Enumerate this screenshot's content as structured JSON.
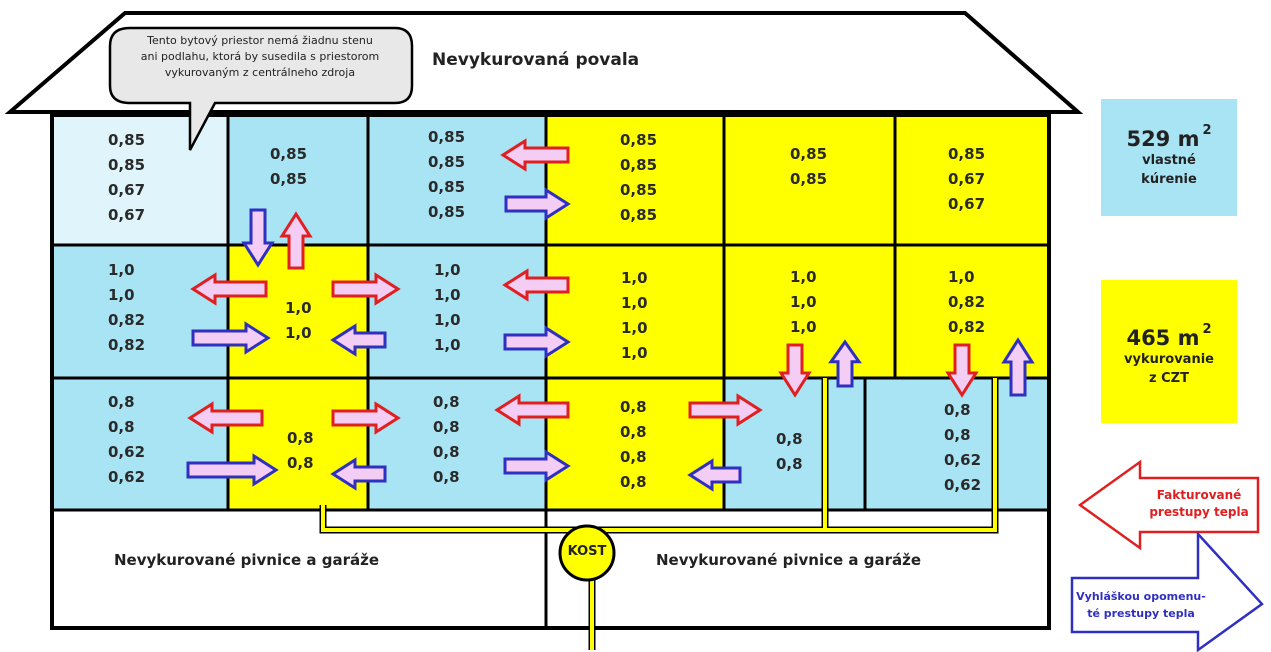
{
  "roof": {
    "label": "Nevykurovaná povala",
    "bubble_lines": [
      "Tento bytový priestor nemá žiadnu stenu",
      "ani podlahu, ktorá by susedila s priestorom",
      "vykurovaným z centrálneho zdroja"
    ]
  },
  "colors": {
    "own_heating": "#a9e4f4",
    "own_heating_light": "#dff5fb",
    "central_heating": "#ffff00",
    "billed_arrow": "#e02020",
    "omitted_arrow": "#3030c0",
    "arrow_fill": "#f4cdf4",
    "pipe": "#ffff00",
    "outline": "#000000"
  },
  "floors": {
    "top": [
      {
        "values": "0,85\n0,85\n0,67\n0,67",
        "heating": "own_light"
      },
      {
        "values": "0,85\n0,85",
        "heating": "own"
      },
      {
        "values": "0,85\n0,85\n0,85\n0,85",
        "heating": "own"
      },
      {
        "values": "0,85\n0,85\n0,85\n0,85",
        "heating": "central"
      },
      {
        "values": "0,85\n0,85",
        "heating": "central"
      },
      {
        "values": "0,85\n0,67\n0,67",
        "heating": "central"
      }
    ],
    "middle": [
      {
        "values": "1,0\n1,0\n0,82\n0,82",
        "heating": "own"
      },
      {
        "values": "1,0\n1,0",
        "heating": "central"
      },
      {
        "values": "1,0\n1,0\n1,0\n1,0",
        "heating": "own"
      },
      {
        "values": "1,0\n1,0\n1,0\n1,0",
        "heating": "central"
      },
      {
        "values": "1,0\n1,0\n1,0",
        "heating": "central"
      },
      {
        "values": "1,0\n0,82\n0,82",
        "heating": "central"
      }
    ],
    "bottom": [
      {
        "values": "0,8\n0,8\n0,62\n0,62",
        "heating": "own"
      },
      {
        "values": "0,8\n0,8",
        "heating": "central"
      },
      {
        "values": "0,8\n0,8\n0,8\n0,8",
        "heating": "own"
      },
      {
        "values": "0,8\n0,8\n0,8\n0,8",
        "heating": "central"
      },
      {
        "values": "0,8\n0,8",
        "heating": "own"
      },
      {
        "values": "0,8\n0,8\n0,62\n0,62",
        "heating": "own"
      }
    ]
  },
  "basement": {
    "left_label": "Nevykurované pivnice a garáže",
    "right_label": "Nevykurované pivnice a garáže",
    "kost_label": "KOST"
  },
  "legend": {
    "own": {
      "area": "529 m",
      "area_sup": "2",
      "line1": "vlastné",
      "line2": "kúrenie"
    },
    "central": {
      "area": "465 m",
      "area_sup": "2",
      "line1": "vykurovanie",
      "line2": "z CZT"
    },
    "billed": {
      "line1": "Fakturované",
      "line2": "prestupy tepla"
    },
    "omitted": {
      "line1": "Vyhláškou opomenu-",
      "line2": "té prestupy tepla"
    }
  }
}
